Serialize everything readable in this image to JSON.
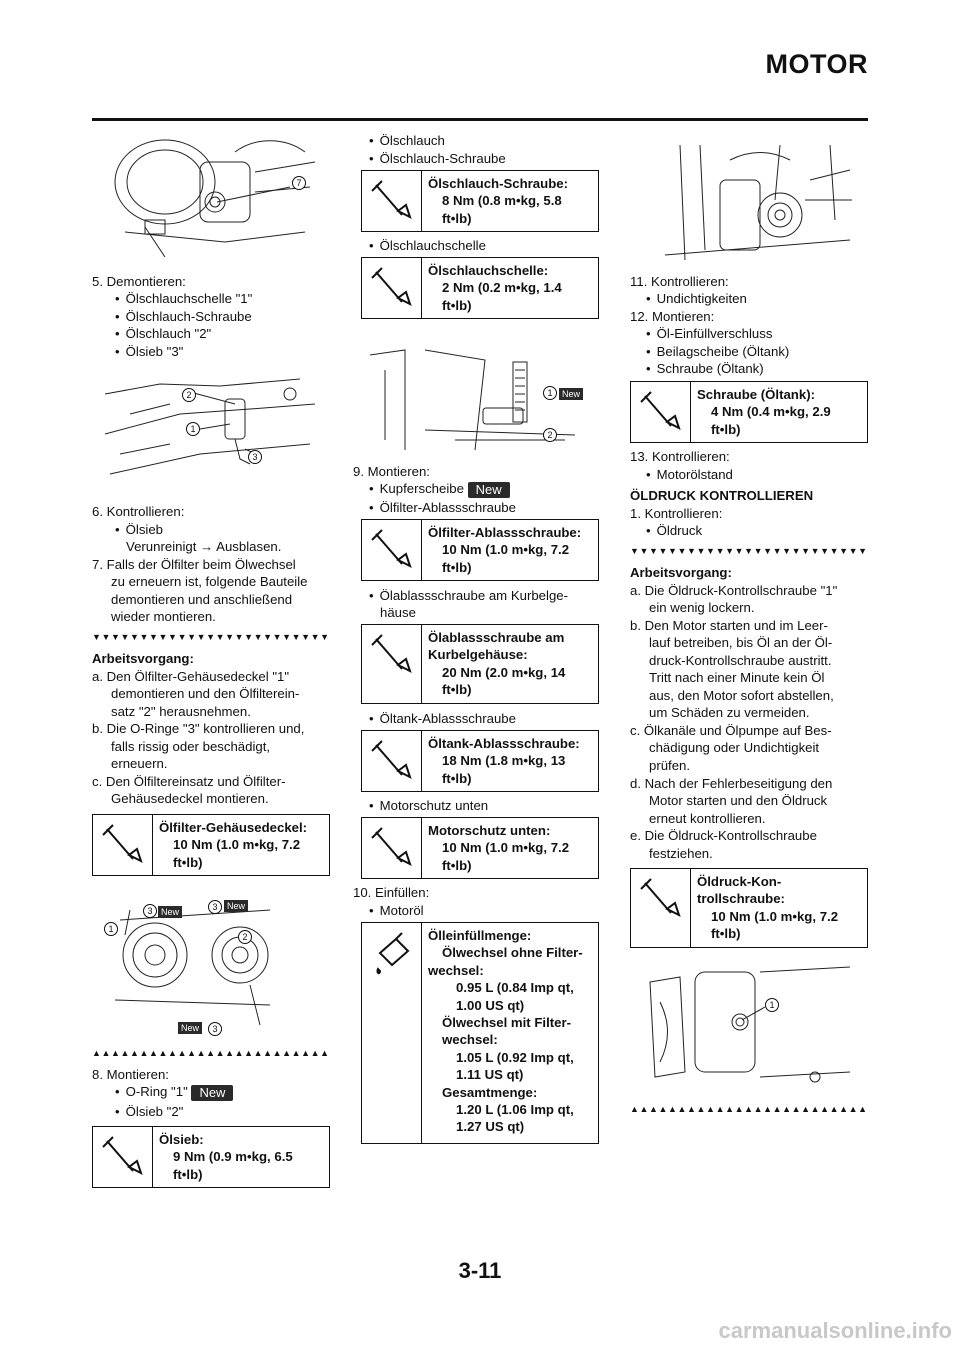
{
  "header": {
    "title": "MOTOR"
  },
  "footer": {
    "page_number": "3-11",
    "url": "carmanualsonline.info"
  },
  "col1": {
    "step5": "5. Demontieren:",
    "step5_items": [
      "Ölschlauchschelle \"1\"",
      "Ölschlauch-Schraube",
      "Ölschlauch \"2\"",
      "Ölsieb \"3\""
    ],
    "step6": "6. Kontrollieren:",
    "step6_item": "Ölsieb",
    "step6_note": "Verunreinigt → Ausblasen.",
    "step7_lines": [
      "7. Falls der Ölfilter beim Ölwechsel",
      "zu erneuern ist, folgende Bauteile",
      "demontieren und anschließend",
      "wieder montieren."
    ],
    "arbeitsvorgang": "Arbeitsvorgang:",
    "a_lines": [
      "a. Den Ölfilter-Gehäusedeckel \"1\"",
      "demontieren und den Ölfilterein-",
      "satz \"2\" herausnehmen."
    ],
    "b_lines": [
      "b. Die O-Ringe \"3\" kontrollieren und,",
      "falls rissig oder beschädigt,",
      "erneuern."
    ],
    "c_lines": [
      "c. Den Ölfiltereinsatz und Ölfilter-",
      "Gehäusedeckel montieren."
    ],
    "spec1": {
      "title": "Ölfilter-Gehäusedeckel:",
      "v1": "10 Nm (1.0 m•kg, 7.2",
      "v2": "ft•lb)"
    },
    "step8": "8. Montieren:",
    "step8_item1": "O-Ring \"1\"",
    "step8_item2": "Ölsieb \"2\"",
    "spec2": {
      "title": "Ölsieb:",
      "v1": "9 Nm (0.9 m•kg, 6.5",
      "v2": "ft•lb)"
    }
  },
  "col2": {
    "items_top": [
      "Ölschlauch",
      "Ölschlauch-Schraube"
    ],
    "spec3": {
      "title": "Ölschlauch-Schraube:",
      "v1": "8 Nm (0.8 m•kg, 5.8",
      "v2": "ft•lb)"
    },
    "item_schelle": "Ölschlauchschelle",
    "spec4": {
      "title": "Ölschlauchschelle:",
      "v1": "2 Nm (0.2 m•kg, 1.4",
      "v2": "ft•lb)"
    },
    "step9": "9. Montieren:",
    "step9_item1": "Kupferscheibe",
    "step9_item2": "Ölfilter-Ablassschraube",
    "spec5": {
      "title": "Ölfilter-Ablassschraube:",
      "v1": "10 Nm (1.0 m•kg, 7.2",
      "v2": "ft•lb)"
    },
    "item_kurbel1": "Ölablassschraube am Kurbelge-",
    "item_kurbel2": "häuse",
    "spec6": {
      "title1": "Ölablassschraube am",
      "title2": "Kurbelgehäuse:",
      "v1": "20 Nm (2.0 m•kg, 14",
      "v2": "ft•lb)"
    },
    "item_tank": "Öltank-Ablassschraube",
    "spec7": {
      "title": "Öltank-Ablassschraube:",
      "v1": "18 Nm (1.8 m•kg, 13",
      "v2": "ft•lb)"
    },
    "item_schutz": "Motorschutz unten",
    "spec8": {
      "title": "Motorschutz unten:",
      "v1": "10 Nm (1.0 m•kg, 7.2",
      "v2": "ft•lb)"
    },
    "step10": "10. Einfüllen:",
    "step10_item": "Motoröl",
    "spec9": {
      "l1": "Ölleinfüllmenge:",
      "l2": "Ölwechsel ohne Filter-",
      "l3": "wechsel:",
      "l4": "0.95 L (0.84 Imp qt,",
      "l5": "1.00 US qt)",
      "l6": "Ölwechsel mit Filter-",
      "l7": "wechsel:",
      "l8": "1.05 L (0.92 Imp qt,",
      "l9": "1.11 US qt)",
      "l10": "Gesamtmenge:",
      "l11": "1.20 L (1.06 Imp qt,",
      "l12": "1.27 US qt)"
    }
  },
  "col3": {
    "step11": "11. Kontrollieren:",
    "step11_item": "Undichtigkeiten",
    "step12": "12. Montieren:",
    "step12_items": [
      "Öl-Einfüllverschluss",
      "Beilagscheibe (Öltank)",
      "Schraube (Öltank)"
    ],
    "spec10": {
      "title": "Schraube (Öltank):",
      "v1": "4 Nm (0.4 m•kg, 2.9",
      "v2": "ft•lb)"
    },
    "step13": "13. Kontrollieren:",
    "step13_item": "Motorölstand",
    "section": "ÖLDRUCK KONTROLLIEREN",
    "step1": "1. Kontrollieren:",
    "step1_item": "Öldruck",
    "arbeitsvorgang": "Arbeitsvorgang:",
    "a_lines": [
      "a. Die Öldruck-Kontrollschraube \"1\"",
      "ein wenig lockern."
    ],
    "b_lines": [
      "b. Den Motor starten und im Leer-",
      "lauf betreiben, bis Öl an der Öl-",
      "druck-Kontrollschraube austritt.",
      "Tritt nach einer Minute kein Öl",
      "aus, den Motor sofort abstellen,",
      "um Schäden zu vermeiden."
    ],
    "c_lines": [
      "c. Ölkanäle und Ölpumpe auf Bes-",
      "chädigung oder Undichtigkeit",
      "prüfen."
    ],
    "d_lines": [
      "d. Nach der Fehlerbeseitigung den",
      "Motor starten und den Öldruck",
      "erneut kontrollieren."
    ],
    "e_lines": [
      "e. Die Öldruck-Kontrollschraube",
      "festziehen."
    ],
    "spec11": {
      "title1": "Öldruck-Kon-",
      "title2": "trollschraube:",
      "v1": "10 Nm (1.0 m•kg, 7.2",
      "v2": "ft•lb)"
    }
  },
  "badges": {
    "new": "New"
  },
  "callouts": {
    "c1": "1",
    "c2": "2",
    "c3": "3",
    "c7": "7"
  },
  "triangles": {
    "down": "▼▼▼▼▼▼▼▼▼▼▼▼▼▼▼▼▼▼▼▼▼▼▼▼▼▼▼▼",
    "up": "▲▲▲▲▲▲▲▲▲▲▲▲▲▲▲▲▲▲▲▲▲▲▲▲▲▲▲▲"
  }
}
